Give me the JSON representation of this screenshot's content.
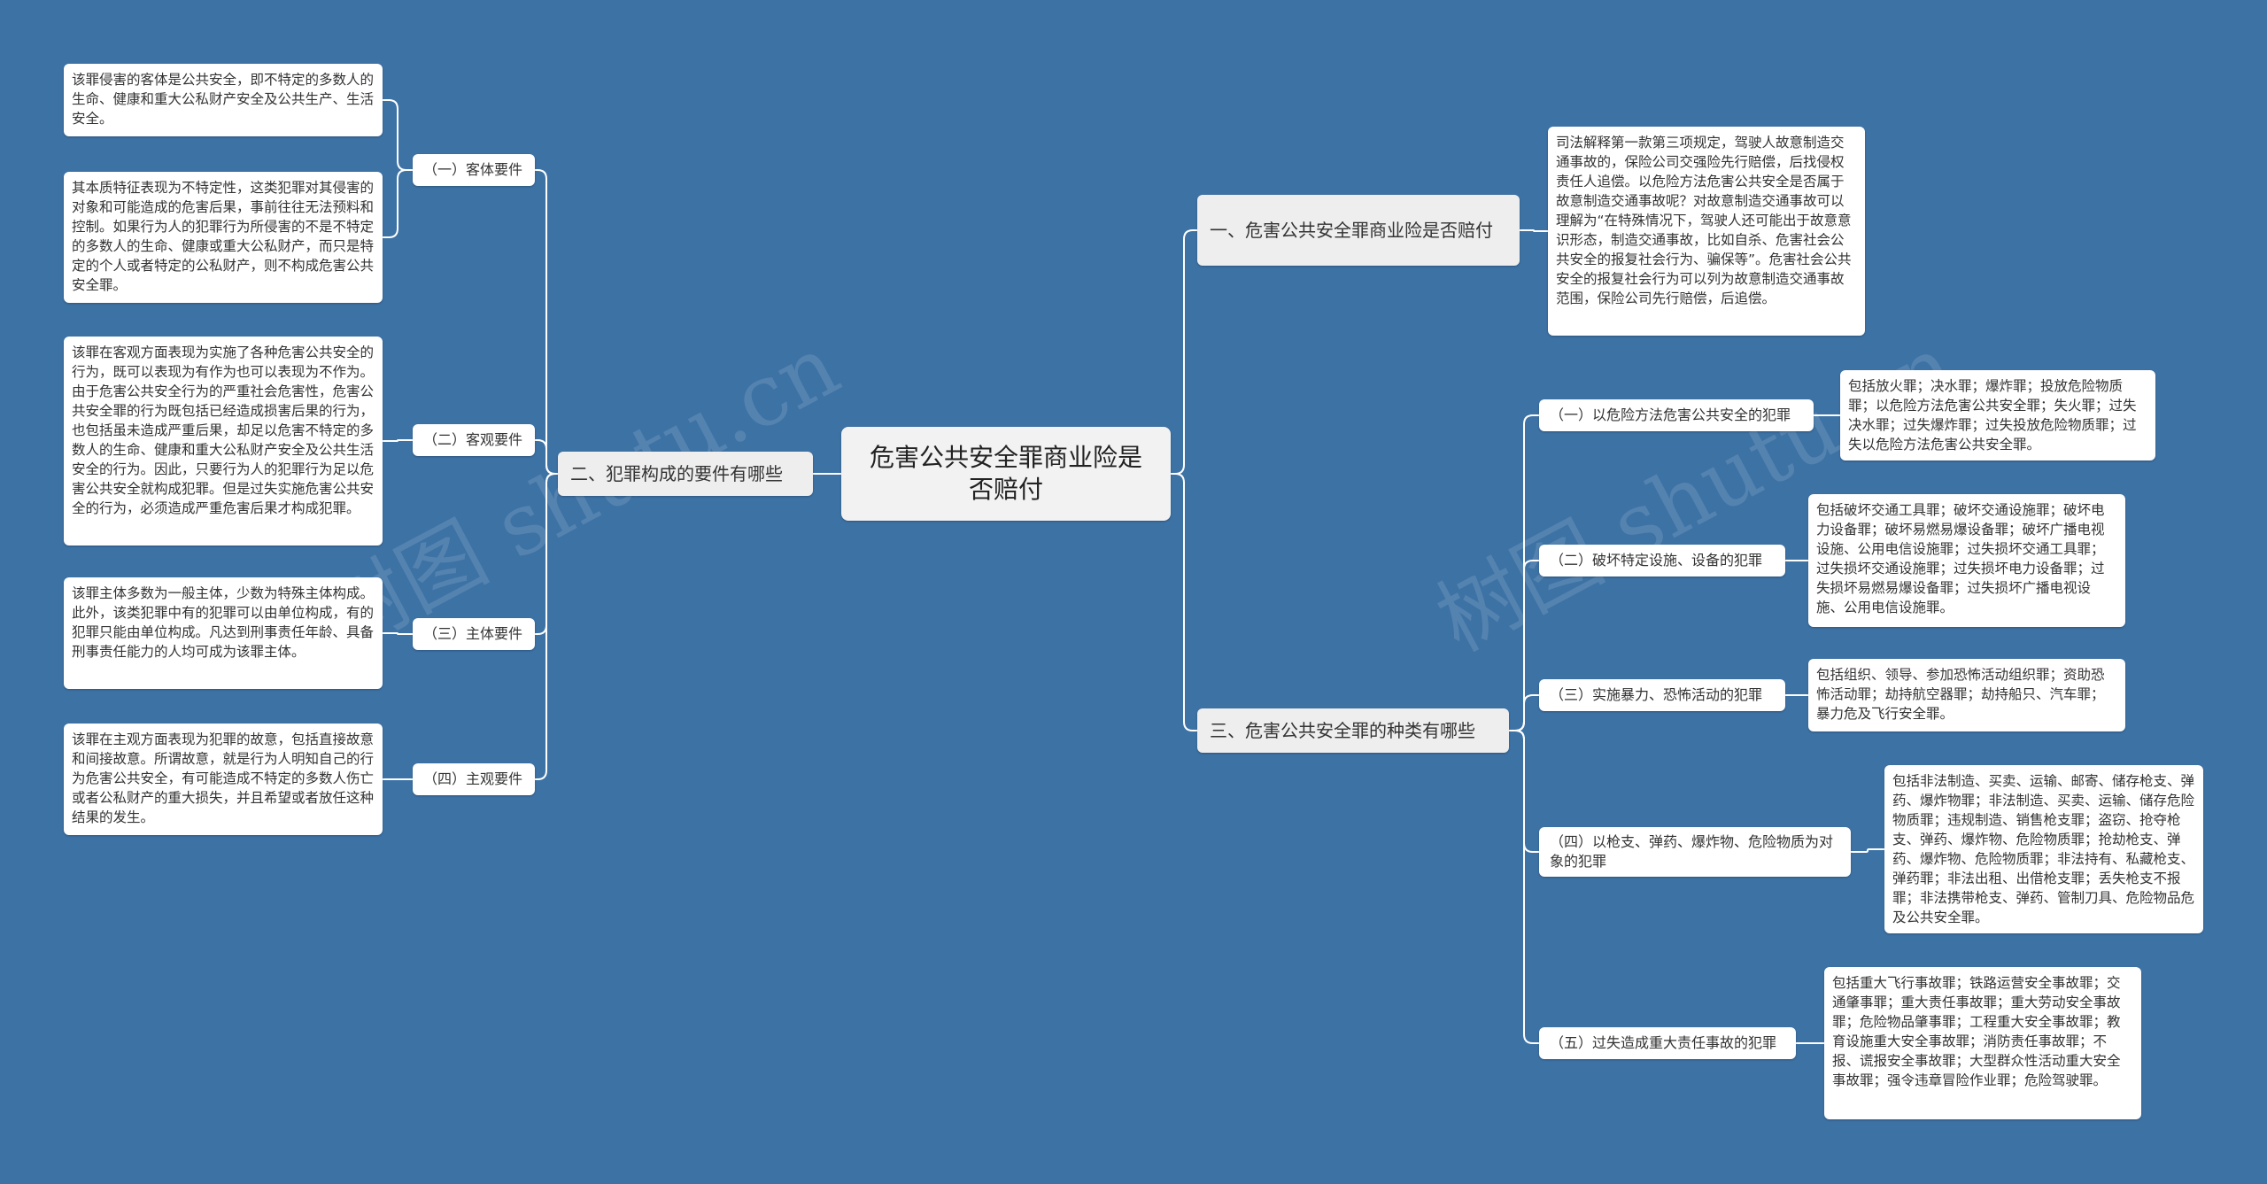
{
  "root": {
    "title": "危害公共安全罪商业险是否赔付"
  },
  "branches": {
    "b1": {
      "label": "一、危害公共安全罪商业险是否赔付",
      "leaf": "司法解释第一款第三项规定，驾驶人故意制造交通事故的，保险公司交强险先行赔偿，后找侵权责任人追偿。以危险方法危害公共安全是否属于故意制造交通事故呢？对故意制造交通事故可以理解为“在特殊情况下，驾驶人还可能出于故意意识形态，制造交通事故，比如自杀、危害社会公共安全的报复社会行为、骗保等”。危害社会公共安全的报复社会行为可以列为故意制造交通事故范围，保险公司先行赔偿，后追偿。"
    },
    "b2": {
      "label": "二、犯罪构成的要件有哪些",
      "children": [
        {
          "label": "（一）客体要件",
          "leaves": [
            "该罪侵害的客体是公共安全，即不特定的多数人的生命、健康和重大公私财产安全及公共生产、生活安全。",
            "其本质特征表现为不特定性，这类犯罪对其侵害的对象和可能造成的危害后果，事前往往无法预料和控制。如果行为人的犯罪行为所侵害的不是不特定的多数人的生命、健康或重大公私财产，而只是特定的个人或者特定的公私财产，则不构成危害公共安全罪。"
          ]
        },
        {
          "label": "（二）客观要件",
          "leaves": [
            "该罪在客观方面表现为实施了各种危害公共安全的行为，既可以表现为有作为也可以表现为不作为。由于危害公共安全行为的严重社会危害性，危害公共安全罪的行为既包括已经造成损害后果的行为，也包括虽未造成严重后果，却足以危害不特定的多数人的生命、健康和重大公私财产安全及公共生活安全的行为。因此，只要行为人的犯罪行为足以危害公共安全就构成犯罪。但是过失实施危害公共安全的行为，必须造成严重危害后果才构成犯罪。"
          ]
        },
        {
          "label": "（三）主体要件",
          "leaves": [
            "该罪主体多数为一般主体，少数为特殊主体构成。此外，该类犯罪中有的犯罪可以由单位构成，有的犯罪只能由单位构成。凡达到刑事责任年龄、具备刑事责任能力的人均可成为该罪主体。"
          ]
        },
        {
          "label": "（四）主观要件",
          "leaves": [
            "该罪在主观方面表现为犯罪的故意，包括直接故意和间接故意。所谓故意，就是行为人明知自己的行为危害公共安全，有可能造成不特定的多数人伤亡或者公私财产的重大损失，并且希望或者放任这种结果的发生。"
          ]
        }
      ]
    },
    "b3": {
      "label": "三、危害公共安全罪的种类有哪些",
      "children": [
        {
          "label": "（一）以危险方法危害公共安全的犯罪",
          "leaf": "包括放火罪；决水罪；爆炸罪；投放危险物质罪；以危险方法危害公共安全罪；失火罪；过失决水罪；过失爆炸罪；过失投放危险物质罪；过失以危险方法危害公共安全罪。"
        },
        {
          "label": "（二）破坏特定设施、设备的犯罪",
          "leaf": "包括破坏交通工具罪；破坏交通设施罪；破坏电力设备罪；破坏易燃易爆设备罪；破坏广播电视设施、公用电信设施罪；过失损坏交通工具罪；过失损坏交通设施罪；过失损坏电力设备罪；过失损坏易燃易爆设备罪；过失损坏广播电视设施、公用电信设施罪。"
        },
        {
          "label": "（三）实施暴力、恐怖活动的犯罪",
          "leaf": "包括组织、领导、参加恐怖活动组织罪；资助恐怖活动罪；劫持航空器罪；劫持船只、汽车罪；暴力危及飞行安全罪。"
        },
        {
          "label": "（四）以枪支、弹药、爆炸物、危险物质为对象的犯罪",
          "leaf": "包括非法制造、买卖、运输、邮寄、储存枪支、弹药、爆炸物罪；非法制造、买卖、运输、储存危险物质罪；违规制造、销售枪支罪；盗窃、抢夺枪支、弹药、爆炸物、危险物质罪；抢劫枪支、弹药、爆炸物、危险物质罪；非法持有、私藏枪支、弹药罪；非法出租、出借枪支罪；丢失枪支不报罪；非法携带枪支、弹药、管制刀具、危险物品危及公共安全罪。"
        },
        {
          "label": "（五）过失造成重大责任事故的犯罪",
          "leaf": "包括重大飞行事故罪；铁路运营安全事故罪；交通肇事罪；重大责任事故罪；重大劳动安全事故罪；危险物品肇事罪；工程重大安全事故罪；教育设施重大安全事故罪；消防责任事故罪；不报、谎报安全事故罪；大型群众性活动重大安全事故罪；强令违章冒险作业罪；危险驾驶罪。"
        }
      ]
    }
  },
  "watermark": {
    "left": "树图 shutu.cn",
    "right": "树图 shutu.cn"
  },
  "colors": {
    "background": "#3d72a5",
    "line": "#ffffff",
    "node": "#ffffff",
    "root": "#f2f2f2"
  }
}
